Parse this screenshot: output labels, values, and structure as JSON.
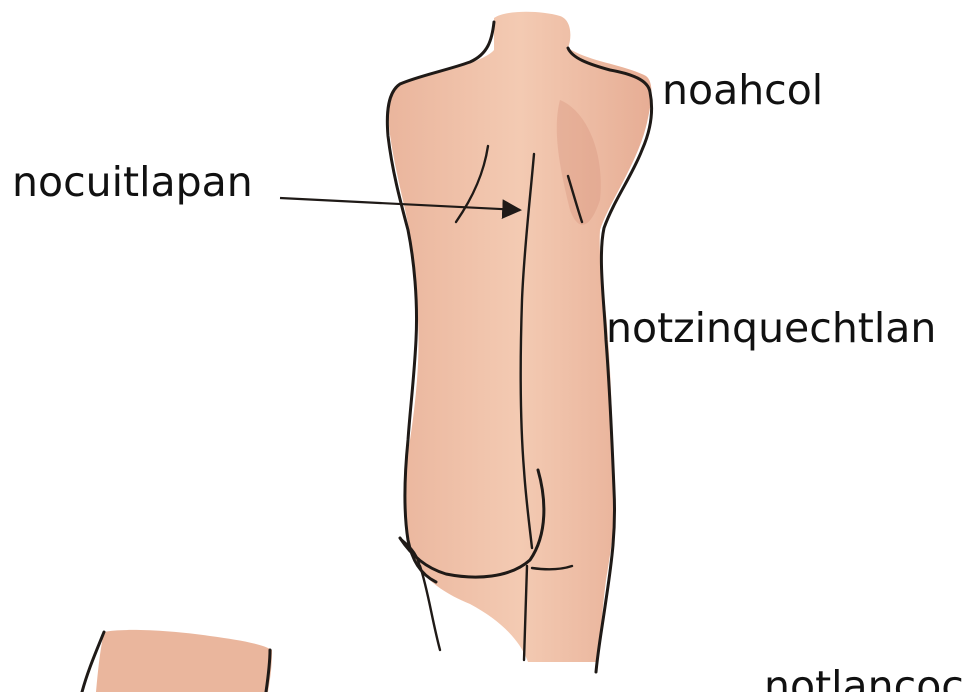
{
  "labels": {
    "neck": "noahcol",
    "back": "nocuitlapan",
    "spine": "notzinquechtlan",
    "bottom_right": "notlancoc"
  },
  "colors": {
    "skin": "#eab49a",
    "skin_shadow": "#dc9a80",
    "outline": "#1f1a17",
    "text": "#111111"
  }
}
